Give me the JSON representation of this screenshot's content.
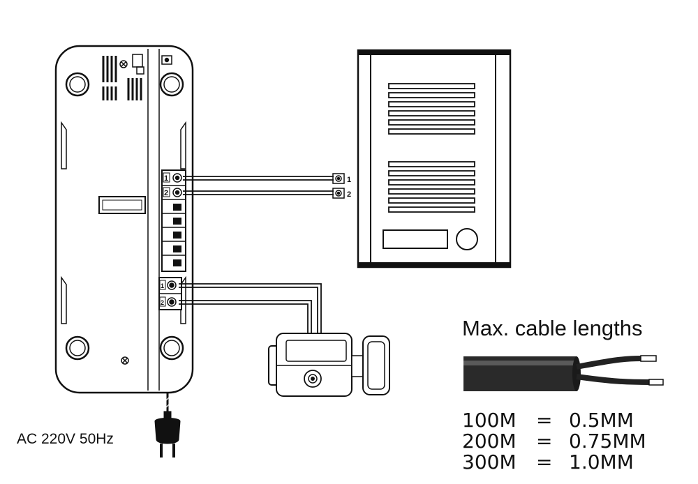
{
  "monitor": {
    "terminals": [
      "1",
      "2"
    ],
    "lock_terminals": [
      "1",
      "2"
    ]
  },
  "doorstation": {
    "terminals": [
      "1",
      "2"
    ]
  },
  "power": {
    "label": "AC 220V 50Hz"
  },
  "cable": {
    "title": "Max. cable lengths",
    "specs": [
      {
        "length": "100M",
        "eq": "=",
        "size": "0.5MM"
      },
      {
        "length": "200M",
        "eq": "=",
        "size": "0.75MM"
      },
      {
        "length": "300M",
        "eq": "=",
        "size": "1.0MM"
      }
    ]
  },
  "colors": {
    "line": "#111111",
    "fill": "#ffffff",
    "cable_dark": "#2a2a2a"
  }
}
